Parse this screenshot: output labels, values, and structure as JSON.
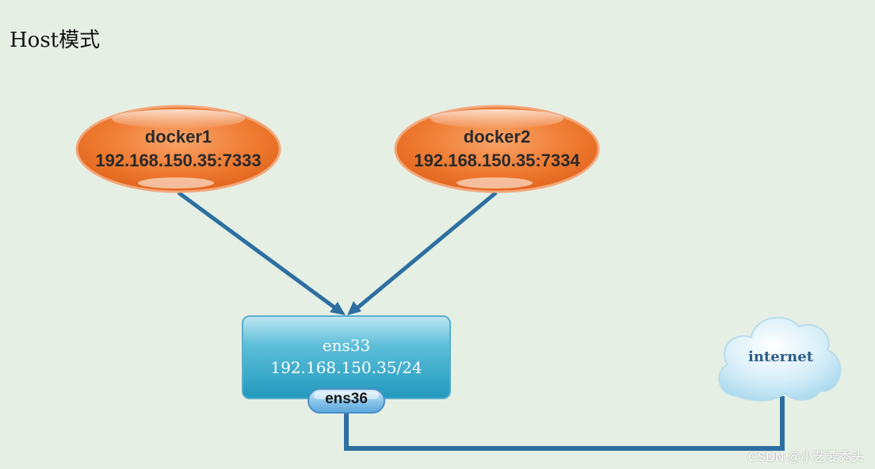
{
  "title": "Host模式",
  "nodes": {
    "docker1": {
      "name": "docker1",
      "address": "192.168.150.35:7333"
    },
    "docker2": {
      "name": "docker2",
      "address": "192.168.150.35:7334"
    },
    "host": {
      "name": "ens33",
      "address": "192.168.150.35/24",
      "port": "ens36"
    },
    "cloud": {
      "label": "internet"
    }
  },
  "watermark": "CSDN @小艺要秃头",
  "colors": {
    "background": "#e6efe4",
    "docker_fill": "#ef7c33",
    "docker_stroke": "#f6b88e",
    "host_fill": "#2aa0c2",
    "connector": "#2c6fa0",
    "cloud": "#bfe3f3"
  }
}
